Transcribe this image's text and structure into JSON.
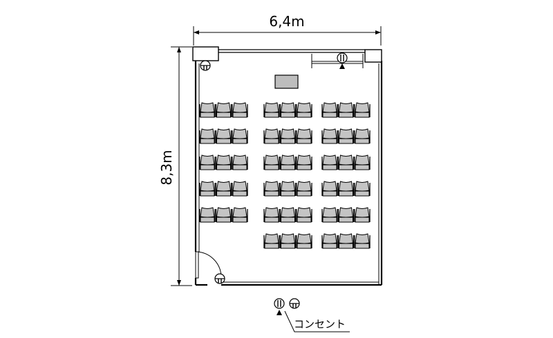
{
  "dimensions": {
    "width_label": "6,4m",
    "height_label": "8,3m"
  },
  "legend": {
    "label": "コンセント"
  },
  "layout": {
    "left_block": {
      "columns": 3,
      "rows": 5
    },
    "center_block": {
      "columns": 3,
      "rows": 6
    },
    "right_block": {
      "columns": 3,
      "rows": 6
    }
  },
  "colors": {
    "wall": "#000000",
    "chair_fill": "#c4c4c4",
    "desk_fill": "#bdbdbd"
  }
}
